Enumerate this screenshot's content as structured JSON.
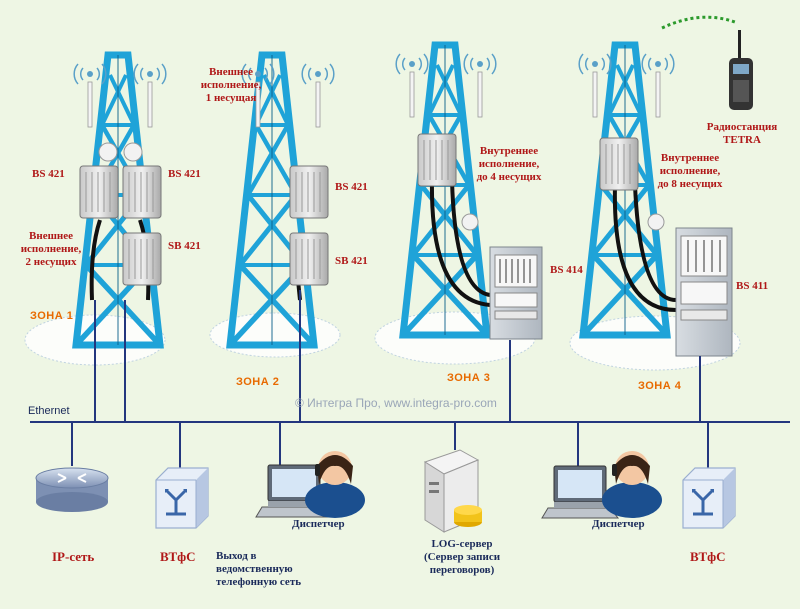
{
  "labels": {
    "bs421_left": "BS 421",
    "bs421_right": "BS 421",
    "sb421_left": "SB 421",
    "outdoor2": [
      "Внешнее",
      "исполнение,",
      "2 несущих"
    ],
    "outdoor1": [
      "Внешнее",
      "исполнение,",
      "1 несущая"
    ],
    "bs421_t2": "BS 421",
    "sb421_t2": "SB 421",
    "indoor4": [
      "Внутреннее",
      "исполнение,",
      "до 4 несущих"
    ],
    "bs414": "BS 414",
    "indoor8": [
      "Внутреннее",
      "исполнение,",
      "до 8 несущих"
    ],
    "bs411": "BS 411",
    "radio": [
      "Радиостанция",
      "TETRA"
    ],
    "ip": "IP-сеть",
    "vtfs1": "ВТфС",
    "vtfs2": "ВТфС",
    "exit": [
      "Выход в",
      "ведомственную",
      "телефонную сеть"
    ],
    "disp1": "Диспетчер",
    "disp2": "Диспетчер",
    "log": [
      "LOG-сервер",
      "(Сервер записи",
      "переговоров)"
    ]
  },
  "zones": [
    "ЗОНА 1",
    "ЗОНА 2",
    "ЗОНА 3",
    "ЗОНА 4"
  ],
  "ethernet": "Ethernet",
  "watermark": "© Интегра Про, www.integra-pro.com",
  "colors": {
    "tower": "#1fa3d8",
    "tower_dark": "#0a5f8a",
    "ethernet": "#23367e",
    "label_red": "#b01818",
    "zone_orange": "#e86a00"
  }
}
